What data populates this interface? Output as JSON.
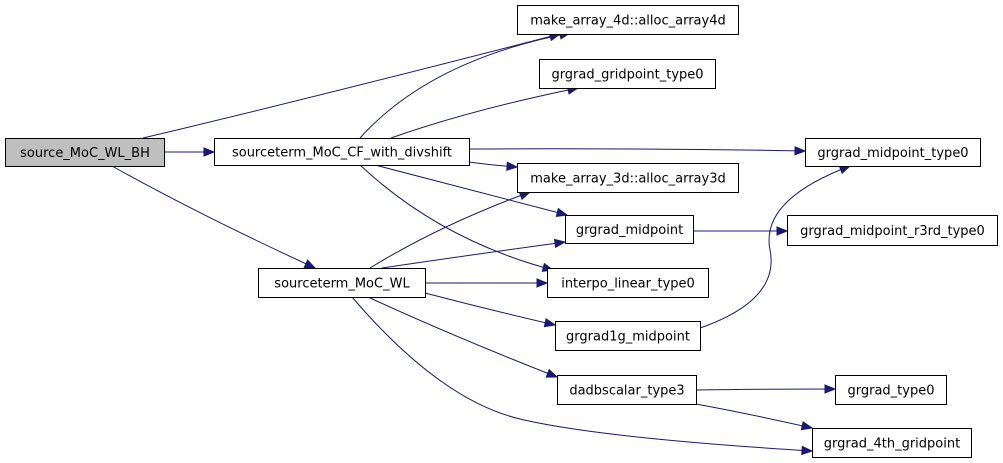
{
  "graph": {
    "nodes": [
      {
        "id": "source_MoC_WL_BH",
        "label": "source_MoC_WL_BH",
        "root": true
      },
      {
        "id": "sourceterm_MoC_CF_with_divshift",
        "label": "sourceterm_MoC_CF_with_divshift"
      },
      {
        "id": "sourceterm_MoC_WL",
        "label": "sourceterm_MoC_WL"
      },
      {
        "id": "alloc_array4d",
        "label": "make_array_4d::alloc_array4d"
      },
      {
        "id": "grgrad_gridpoint_type0",
        "label": "grgrad_gridpoint_type0"
      },
      {
        "id": "grgrad_midpoint_type0",
        "label": "grgrad_midpoint_type0"
      },
      {
        "id": "alloc_array3d",
        "label": "make_array_3d::alloc_array3d"
      },
      {
        "id": "grgrad_midpoint",
        "label": "grgrad_midpoint"
      },
      {
        "id": "grgrad_midpoint_r3rd_type0",
        "label": "grgrad_midpoint_r3rd_type0"
      },
      {
        "id": "interpo_linear_type0",
        "label": "interpo_linear_type0"
      },
      {
        "id": "grgrad1g_midpoint",
        "label": "grgrad1g_midpoint"
      },
      {
        "id": "dadbscalar_type3",
        "label": "dadbscalar_type3"
      },
      {
        "id": "grgrad_type0",
        "label": "grgrad_type0"
      },
      {
        "id": "grgrad_4th_gridpoint",
        "label": "grgrad_4th_gridpoint"
      }
    ],
    "edges": [
      {
        "from": "source_MoC_WL_BH",
        "to": "alloc_array4d"
      },
      {
        "from": "source_MoC_WL_BH",
        "to": "sourceterm_MoC_CF_with_divshift"
      },
      {
        "from": "source_MoC_WL_BH",
        "to": "sourceterm_MoC_WL"
      },
      {
        "from": "sourceterm_MoC_CF_with_divshift",
        "to": "alloc_array4d"
      },
      {
        "from": "sourceterm_MoC_CF_with_divshift",
        "to": "grgrad_gridpoint_type0"
      },
      {
        "from": "sourceterm_MoC_CF_with_divshift",
        "to": "grgrad_midpoint_type0"
      },
      {
        "from": "sourceterm_MoC_CF_with_divshift",
        "to": "alloc_array3d"
      },
      {
        "from": "sourceterm_MoC_CF_with_divshift",
        "to": "grgrad_midpoint"
      },
      {
        "from": "sourceterm_MoC_CF_with_divshift",
        "to": "interpo_linear_type0"
      },
      {
        "from": "sourceterm_MoC_WL",
        "to": "alloc_array3d"
      },
      {
        "from": "sourceterm_MoC_WL",
        "to": "grgrad_midpoint"
      },
      {
        "from": "sourceterm_MoC_WL",
        "to": "interpo_linear_type0"
      },
      {
        "from": "sourceterm_MoC_WL",
        "to": "grgrad1g_midpoint"
      },
      {
        "from": "sourceterm_MoC_WL",
        "to": "dadbscalar_type3"
      },
      {
        "from": "sourceterm_MoC_WL",
        "to": "grgrad_4th_gridpoint"
      },
      {
        "from": "grgrad_midpoint",
        "to": "grgrad_midpoint_r3rd_type0"
      },
      {
        "from": "grgrad1g_midpoint",
        "to": "grgrad_midpoint_type0"
      },
      {
        "from": "dadbscalar_type3",
        "to": "grgrad_type0"
      },
      {
        "from": "dadbscalar_type3",
        "to": "grgrad_4th_gridpoint"
      }
    ],
    "colors": {
      "edge": "#191970",
      "root_fill": "#bfbfbf",
      "node_fill": "#ffffff",
      "border": "#000000"
    }
  }
}
